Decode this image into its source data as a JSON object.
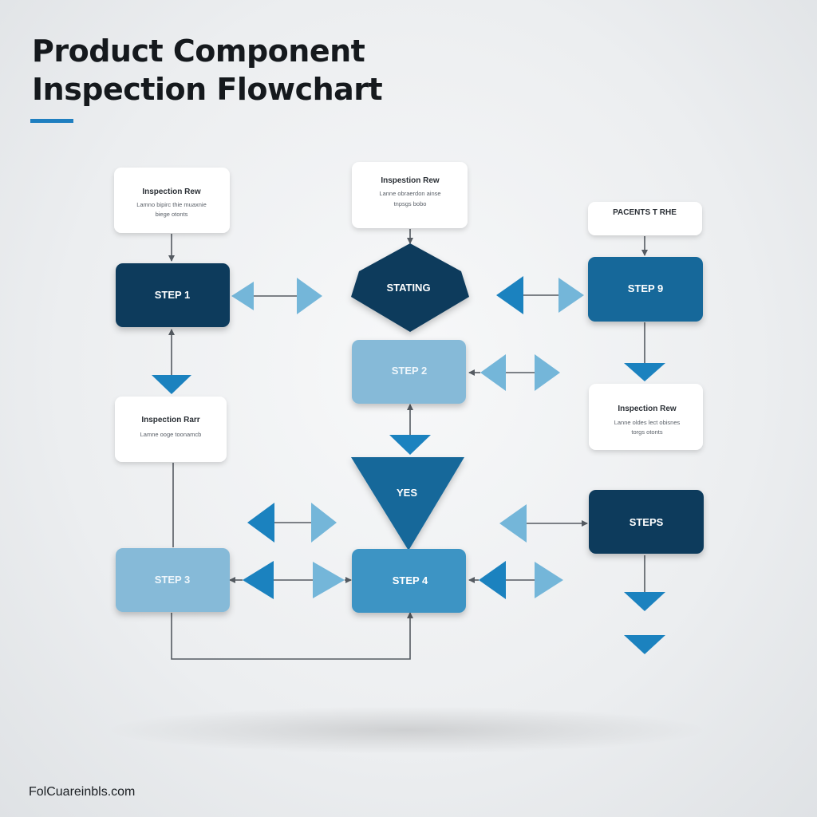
{
  "title_line1": "Product Component",
  "title_line2": "Inspection Flowchart",
  "footer": "FolCuareinbls.com",
  "colors": {
    "dark_navy": "#0d3a5c",
    "medium_blue": "#14679a",
    "step4_blue": "#3e94c4",
    "light_blue": "#86bad8",
    "arrow_blue": "#1b82bf",
    "arrow_light": "#74b6d9",
    "connector": "#555b62",
    "card_bg": "#ffffff"
  },
  "nodes": {
    "step1": "STEP 1",
    "starting": "STATING",
    "step9": "STEP 9",
    "step2": "STEP 2",
    "yes": "YES",
    "steps": "STEPS",
    "step3": "STEP 3",
    "step4": "STEP 4"
  },
  "cards": {
    "card1": {
      "title": "Inspection Rew",
      "line1": "Lamno bipirc thie muaxnie",
      "line2": "biege otonts"
    },
    "card2": {
      "title": "Inspestion Rew",
      "line1": "Lanne obraerdon ainse",
      "line2": "tnpsgs bobo"
    },
    "card3": {
      "title": "PACENTS T RHE"
    },
    "card4": {
      "title": "Inspection Rarr",
      "line1": "Lamne ooge toonamcb"
    },
    "card5": {
      "title": "Inspection Rew",
      "line1": "Lanne oldes lect obisnes",
      "line2": "torgs otonts"
    }
  }
}
